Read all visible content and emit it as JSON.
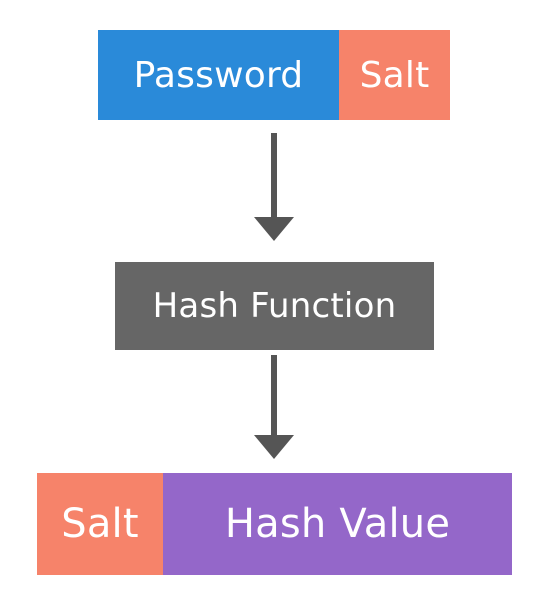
{
  "input": {
    "password_label": "Password",
    "salt_label": "Salt"
  },
  "process": {
    "label": "Hash Function"
  },
  "output": {
    "salt_label": "Salt",
    "hash_value_label": "Hash Value"
  },
  "colors": {
    "password": "#2a8ad9",
    "salt": "#f6836a",
    "hash_function": "#666666",
    "hash_value": "#9467c9",
    "arrow": "#555555"
  }
}
